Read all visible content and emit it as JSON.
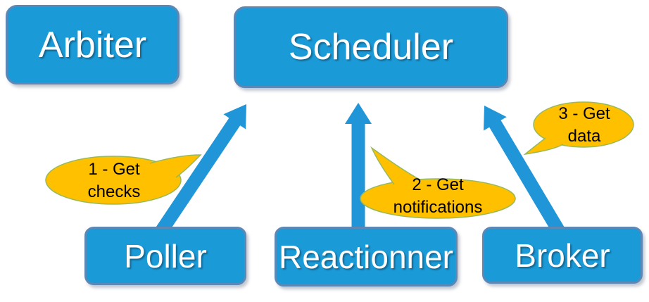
{
  "diagram": {
    "background_color": "#ffffff",
    "node_fill_color": "#1b9ad8",
    "node_border_color": "#5d87b5",
    "node_text_color": "#ffffff",
    "arrow_color": "#2095d8",
    "callout_fill_color": "#ffc000",
    "callout_border_color": "#97b959",
    "callout_text_color": "#000000",
    "nodes": [
      {
        "id": "arbiter",
        "label": "Arbiter"
      },
      {
        "id": "scheduler",
        "label": "Scheduler"
      },
      {
        "id": "poller",
        "label": "Poller"
      },
      {
        "id": "reactionner",
        "label": "Reactionner"
      },
      {
        "id": "broker",
        "label": "Broker"
      }
    ],
    "arrows": [
      {
        "from": "poller",
        "to": "scheduler"
      },
      {
        "from": "reactionner",
        "to": "scheduler"
      },
      {
        "from": "broker",
        "to": "scheduler"
      }
    ],
    "callouts": [
      {
        "id": "callout-1",
        "attached_to": "poller-to-scheduler-arrow",
        "line1": "1 - Get",
        "line2": "checks"
      },
      {
        "id": "callout-2",
        "attached_to": "reactionner-to-scheduler-arrow",
        "line1": "2 - Get",
        "line2": "notifications"
      },
      {
        "id": "callout-3",
        "attached_to": "broker-to-scheduler-arrow",
        "line1": "3 - Get",
        "line2": "data"
      }
    ]
  }
}
